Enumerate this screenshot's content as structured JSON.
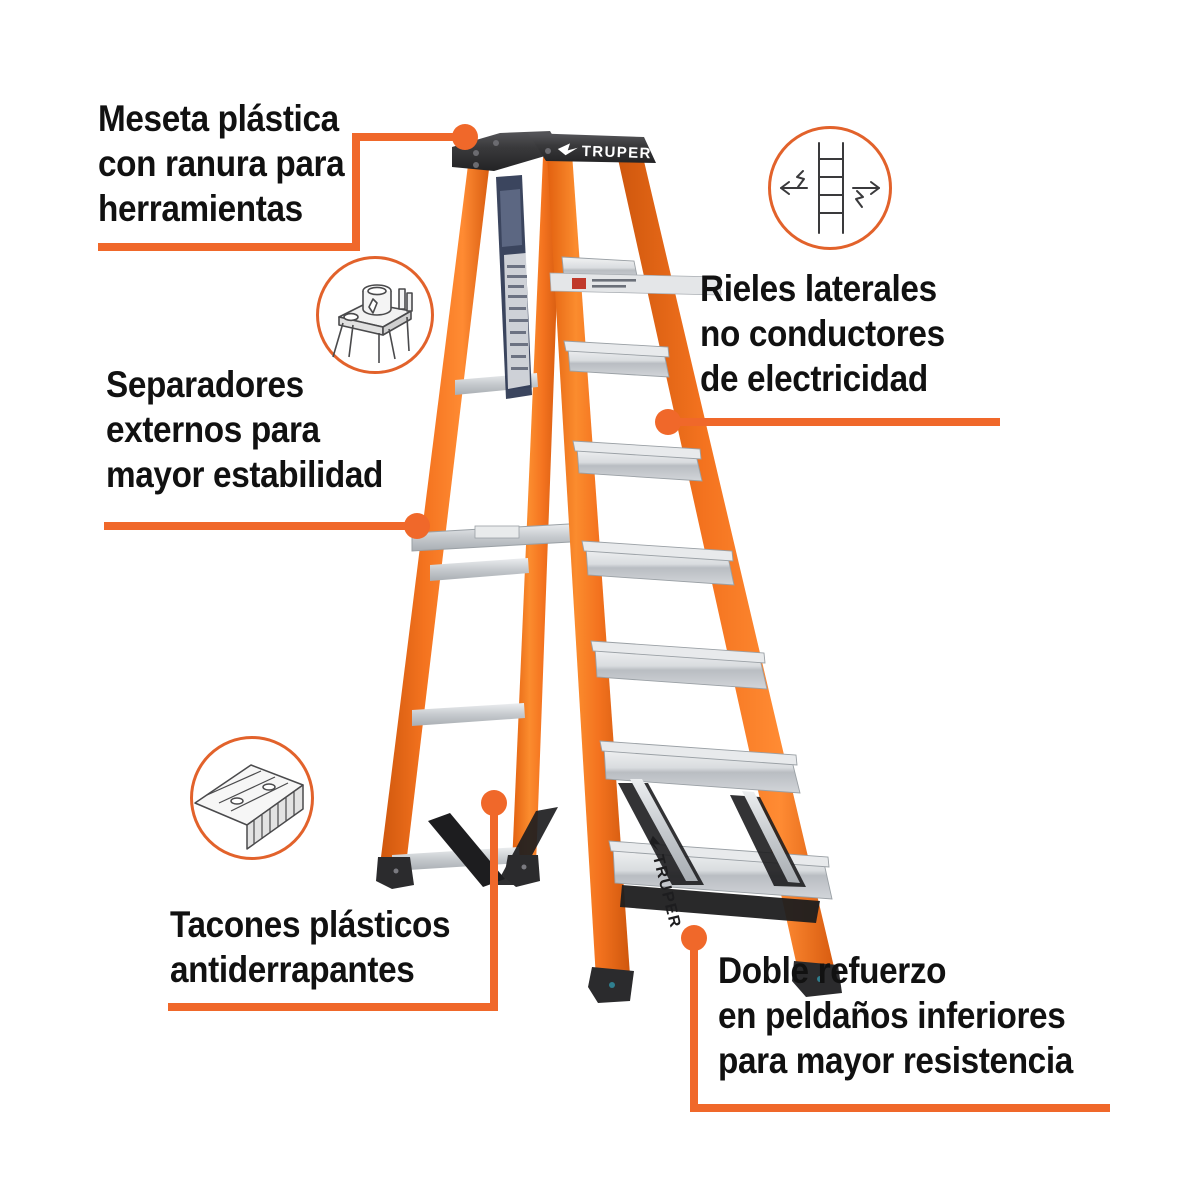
{
  "product": {
    "brand": "TRUPER",
    "type": "Escalera de tijera de fibra de vidrio",
    "accent_color": "#f0682a",
    "icon_stroke_color": "#e2622b",
    "rail_color": "#f4731f",
    "step_color": "#c9ccd0",
    "cap_color": "#3a3a3c"
  },
  "callouts": [
    {
      "id": "meseta",
      "position": "top-left",
      "text": "Meseta plástica\ncon ranura para\nherramientas",
      "lines": [
        "Meseta plástica",
        "con ranura para",
        "herramientas"
      ]
    },
    {
      "id": "separadores",
      "position": "middle-left",
      "text": "Separadores\nexternos para\nmayor estabilidad",
      "lines": [
        "Separadores",
        "externos para",
        "mayor estabilidad"
      ]
    },
    {
      "id": "tacones",
      "position": "bottom-left",
      "text": "Tacones plásticos\nantiderrapantes",
      "lines": [
        "Tacones plásticos",
        "antiderrapantes"
      ]
    },
    {
      "id": "rieles",
      "position": "top-right",
      "text": "Rieles laterales\nno conductores\nde electricidad",
      "lines": [
        "Rieles laterales",
        "no conductores",
        "de electricidad"
      ]
    },
    {
      "id": "refuerzo",
      "position": "bottom-right",
      "text": "Doble refuerzo\nen peldaños inferiores\npara mayor resistencia",
      "lines": [
        "Doble refuerzo",
        "en peldaños inferiores",
        "para mayor resistencia"
      ]
    }
  ],
  "icons": [
    {
      "id": "tool-tray-icon",
      "name": "ladder-top-tray-with-paint-can-icon",
      "describes": "meseta"
    },
    {
      "id": "non-conductive-icon",
      "name": "ladder-lightning-arrows-icon",
      "describes": "rieles"
    },
    {
      "id": "anti-slip-icon",
      "name": "ribbed-non-slip-tread-icon",
      "describes": "tacones"
    }
  ],
  "ladder": {
    "brand_top_label": "TRUPER",
    "brand_rail_label": "TRUPER",
    "step_count": 7,
    "warning_label_text": "",
    "spec_label_text": ""
  }
}
